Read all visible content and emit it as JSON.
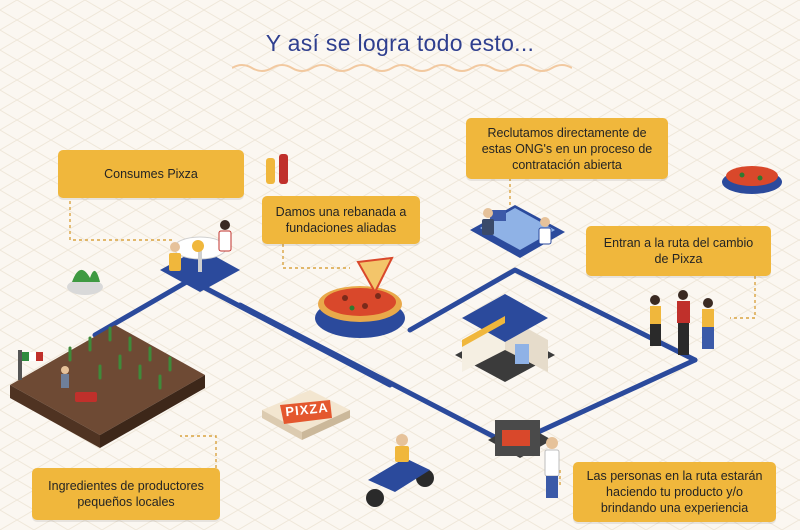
{
  "title": "Y así se logra todo esto...",
  "steps": {
    "consume": "Consumes Pixza",
    "donate": "Damos una rebanada a fundaciones aliadas",
    "recruit": "Reclutamos directamente de estas ONG's en un proceso de contratación abierta",
    "route": "Entran a la ruta del cambio de Pixza",
    "ingredients": "Ingredientes de productores pequeños locales",
    "people": "Las personas en la ruta estarán haciendo tu producto y/o brindando una experiencia"
  },
  "logo": "PIXZA",
  "colors": {
    "accent": "#f0b73c",
    "route_line": "#2b4a9c",
    "title": "#2f3f8f",
    "background": "#fbf7f1"
  }
}
